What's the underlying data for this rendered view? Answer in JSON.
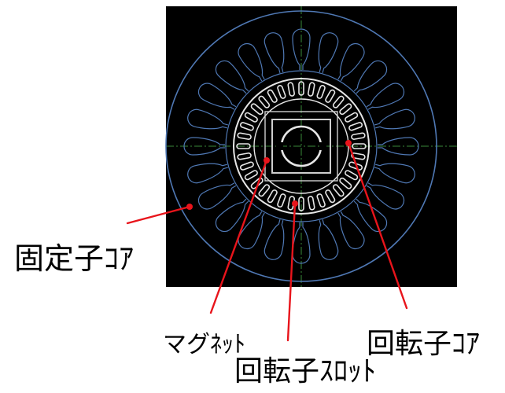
{
  "labels": {
    "stator_core": "固定子ｺｱ",
    "magnet": "マグﾈｯﾄ",
    "rotor_core": "回転子ｺｱ",
    "rotor_slot": "回転子ｽﾛｯﾄ"
  },
  "colors": {
    "background": "#000000",
    "stator_line": "#4f78b4",
    "rotor_line": "#e6e6e6",
    "magnet_line": "#cfcfcf",
    "center_line": "#3a8a3a",
    "leader_line": "#e8141b",
    "text": "#000000"
  },
  "stator_slot_count": 24,
  "rotor_slot_count": 36
}
